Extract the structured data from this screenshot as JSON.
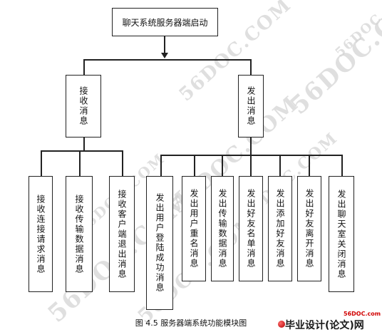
{
  "diagram": {
    "root": "聊天系统服务器端启动",
    "receive": "接收消息",
    "send": "发出消息",
    "receive_children": [
      "接收连接请求消息",
      "接收传输数据消息",
      "接收客户端退出消息"
    ],
    "send_children": [
      "发出用户登陆成功消息",
      "发出用户重名消息",
      "发出传输数据消息",
      "发出好友名单消息",
      "发出添加好友消息",
      "发出好友离开消息",
      "发出聊天室关闭消息"
    ],
    "caption": "图 4.5 服务器端系统功能模块图"
  },
  "watermark": "56DOC.COM",
  "logo": {
    "small_text": "56DOC.com",
    "big_text": "毕业设计(论文)网"
  }
}
